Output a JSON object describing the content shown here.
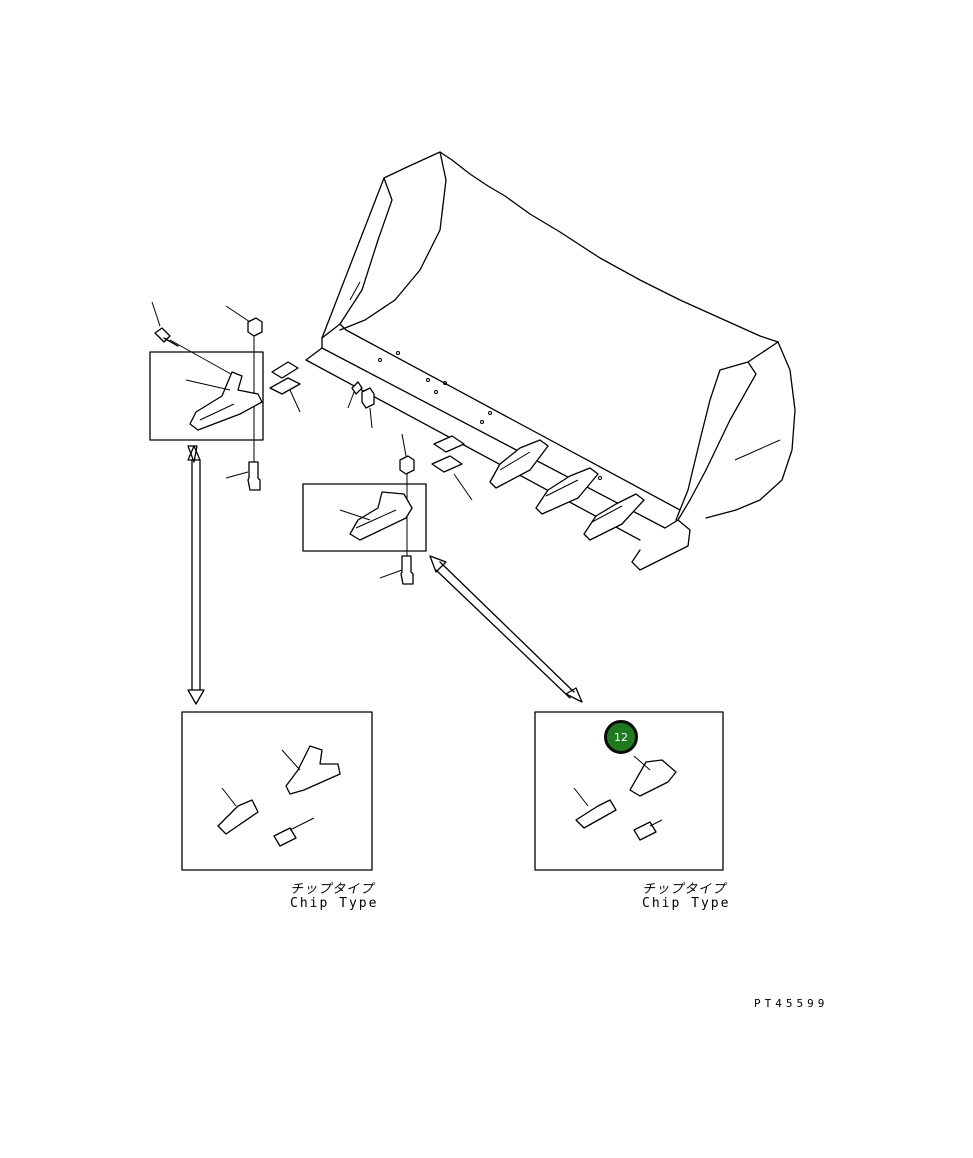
{
  "diagram": {
    "callout_number": "12",
    "part_code": "PT45599",
    "left_caption": {
      "jp": "チップタイプ",
      "en": "Chip Type"
    },
    "right_caption": {
      "jp": "チップタイプ",
      "en": "Chip Type"
    }
  }
}
